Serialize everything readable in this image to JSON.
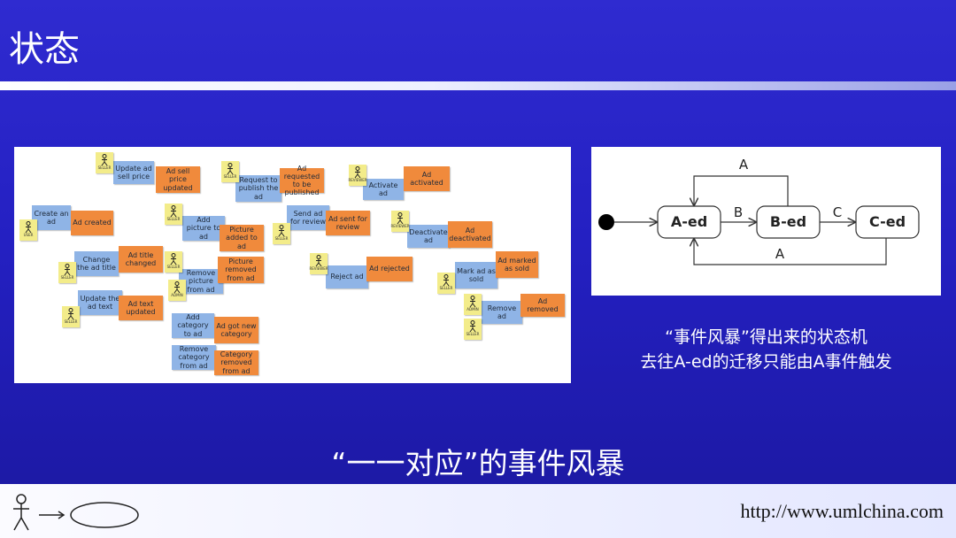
{
  "slide": {
    "title": "状态",
    "main_caption": "“一一对应”的事件风暴",
    "footer_url": "http://www.umlchina.com"
  },
  "storm_board": {
    "notes": [
      {
        "id": "create-an-ad",
        "text": "Create an ad",
        "kind": "command"
      },
      {
        "id": "ad-created",
        "text": "Ad created",
        "kind": "event"
      },
      {
        "id": "update-ad-sell-price",
        "text": "Update ad sell price",
        "kind": "command"
      },
      {
        "id": "ad-sell-price-updated",
        "text": "Ad sell price updated",
        "kind": "event"
      },
      {
        "id": "request-to-publish",
        "text": "Request to publish the ad",
        "kind": "command"
      },
      {
        "id": "ad-requested-publish",
        "text": "Ad requested to be published",
        "kind": "event"
      },
      {
        "id": "activate-ad",
        "text": "Activate ad",
        "kind": "command"
      },
      {
        "id": "ad-activated",
        "text": "Ad activated",
        "kind": "event"
      },
      {
        "id": "add-picture",
        "text": "Add picture to ad",
        "kind": "command"
      },
      {
        "id": "picture-added",
        "text": "Picture added to ad",
        "kind": "event"
      },
      {
        "id": "send-ad-for-review",
        "text": "Send ad for review",
        "kind": "command"
      },
      {
        "id": "ad-sent-for-review",
        "text": "Ad sent for review",
        "kind": "event"
      },
      {
        "id": "deactivate-ad",
        "text": "Deactivate ad",
        "kind": "command"
      },
      {
        "id": "ad-deactivated",
        "text": "Ad deactivated",
        "kind": "event"
      },
      {
        "id": "change-ad-title",
        "text": "Change the ad title",
        "kind": "command"
      },
      {
        "id": "ad-title-changed",
        "text": "Ad title changed",
        "kind": "event"
      },
      {
        "id": "remove-picture",
        "text": "Remove picture from ad",
        "kind": "command"
      },
      {
        "id": "picture-removed",
        "text": "Picture removed from ad",
        "kind": "event"
      },
      {
        "id": "reject-ad",
        "text": "Reject ad",
        "kind": "command"
      },
      {
        "id": "ad-rejected",
        "text": "Ad rejected",
        "kind": "event"
      },
      {
        "id": "mark-ad-sold",
        "text": "Mark ad as sold",
        "kind": "command"
      },
      {
        "id": "ad-marked-sold",
        "text": "Ad marked as sold",
        "kind": "event"
      },
      {
        "id": "update-ad-text",
        "text": "Update the ad text",
        "kind": "command"
      },
      {
        "id": "ad-text-updated",
        "text": "Ad text updated",
        "kind": "event"
      },
      {
        "id": "remove-ad",
        "text": "Remove ad",
        "kind": "command"
      },
      {
        "id": "ad-removed",
        "text": "Ad removed",
        "kind": "event"
      },
      {
        "id": "add-category",
        "text": "Add category to ad",
        "kind": "command"
      },
      {
        "id": "ad-got-new-category",
        "text": "Ad got new category",
        "kind": "event"
      },
      {
        "id": "remove-category",
        "text": "Remove category from ad",
        "kind": "command"
      },
      {
        "id": "category-removed",
        "text": "Category removed from ad",
        "kind": "event"
      }
    ],
    "actors": [
      {
        "id": "a1",
        "role": "SELLER"
      },
      {
        "id": "a2",
        "role": "SELLER"
      },
      {
        "id": "a3",
        "role": "REVIEWER"
      },
      {
        "id": "a4",
        "role": "USER"
      },
      {
        "id": "a5",
        "role": "SELLER"
      },
      {
        "id": "a6",
        "role": "SELLER"
      },
      {
        "id": "a7",
        "role": "REVIEWER"
      },
      {
        "id": "a8",
        "role": "SELLER"
      },
      {
        "id": "a9",
        "role": "SELLER"
      },
      {
        "id": "a10",
        "role": "REVIEWER"
      },
      {
        "id": "a11",
        "role": "SELLER"
      },
      {
        "id": "a12",
        "role": "ADMIN"
      },
      {
        "id": "a13",
        "role": "SELLER"
      },
      {
        "id": "a14",
        "role": "ADMIN"
      },
      {
        "id": "a15",
        "role": "SELLER"
      }
    ]
  },
  "state_machine": {
    "states": [
      "A-ed",
      "B-ed",
      "C-ed"
    ],
    "transitions": [
      {
        "from": "initial",
        "to": "A-ed",
        "label": ""
      },
      {
        "from": "A-ed",
        "to": "B-ed",
        "label": "B"
      },
      {
        "from": "B-ed",
        "to": "C-ed",
        "label": "C"
      },
      {
        "from": "B-ed",
        "to": "A-ed",
        "label": "A"
      },
      {
        "from": "C-ed",
        "to": "A-ed",
        "label": "A"
      }
    ],
    "caption_line1": "“事件风暴”得出来的状态机",
    "caption_line2": "去往A-ed的迁移只能由A事件触发"
  },
  "colors": {
    "command_note": "#8fb4e6",
    "event_note": "#f08a3c",
    "actor_note": "#f3ec8a",
    "slide_bg": "#2420c2"
  }
}
